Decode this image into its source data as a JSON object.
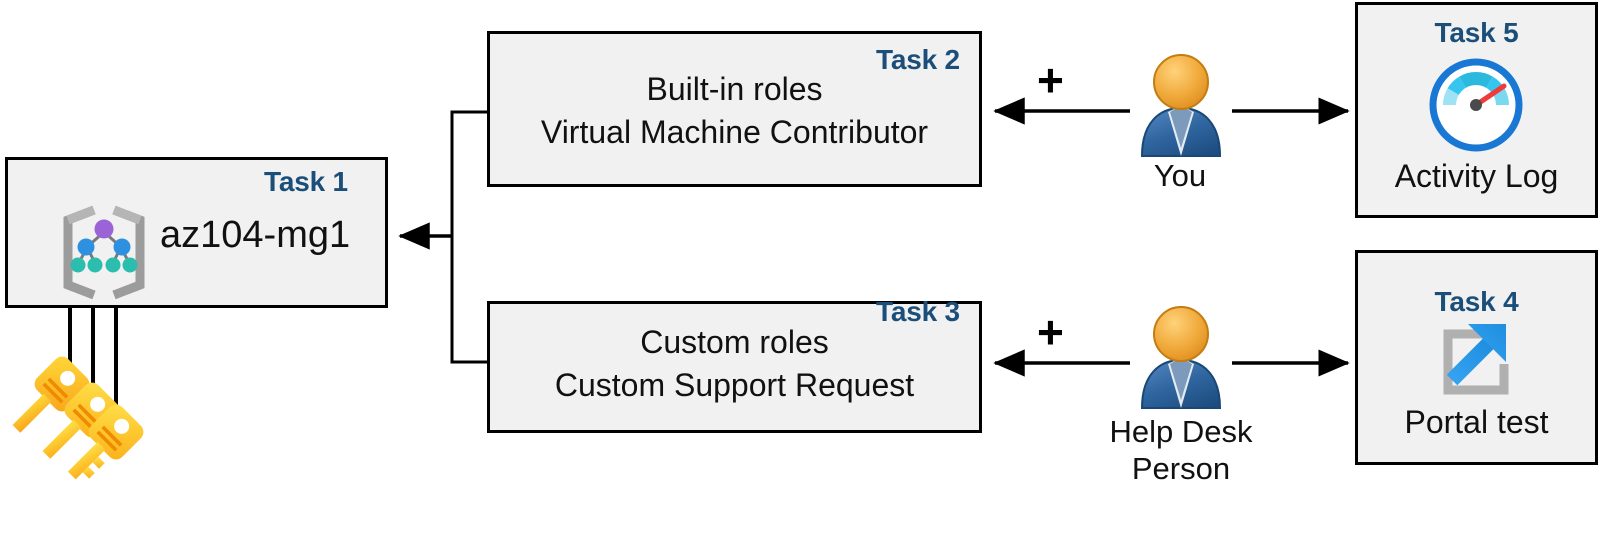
{
  "diagram": {
    "title": "Azure RBAC task diagram",
    "accent_color": "#1b4e79",
    "box_fill": "#f1f1f1",
    "box_border": "#000000"
  },
  "nodes": {
    "task1": {
      "task_label": "Task 1",
      "text": "az104-mg1",
      "icon": "management-group-icon"
    },
    "task2": {
      "task_label": "Task 2",
      "line1": "Built-in roles",
      "line2": "Virtual Machine Contributor"
    },
    "task3": {
      "task_label": "Task 3",
      "line1": "Custom roles",
      "line2": "Custom Support Request"
    },
    "task4": {
      "task_label": "Task 4",
      "text": "Portal test",
      "icon": "external-link-icon"
    },
    "task5": {
      "task_label": "Task 5",
      "text": "Activity Log",
      "icon": "gauge-icon"
    }
  },
  "actors": {
    "you": {
      "label": "You",
      "icon": "user-icon"
    },
    "helpdesk": {
      "label_line1": "Help Desk",
      "label_line2": "Person",
      "icon": "user-icon"
    }
  },
  "operators": {
    "plus_top": "+",
    "plus_bottom": "+"
  },
  "keys": {
    "icon": "keys-icon",
    "count": 3
  },
  "connectors": [
    {
      "name": "task2-to-task1",
      "type": "bracket-arrow",
      "direction": "left"
    },
    {
      "name": "task3-to-task1",
      "type": "bracket-arrow",
      "direction": "left"
    },
    {
      "name": "you-to-task2",
      "type": "arrow",
      "direction": "left"
    },
    {
      "name": "you-to-task5",
      "type": "arrow",
      "direction": "right"
    },
    {
      "name": "helpdesk-to-task3",
      "type": "arrow",
      "direction": "left"
    },
    {
      "name": "helpdesk-to-task4",
      "type": "arrow",
      "direction": "right"
    },
    {
      "name": "keys-to-task1",
      "type": "arrow",
      "direction": "up"
    }
  ]
}
